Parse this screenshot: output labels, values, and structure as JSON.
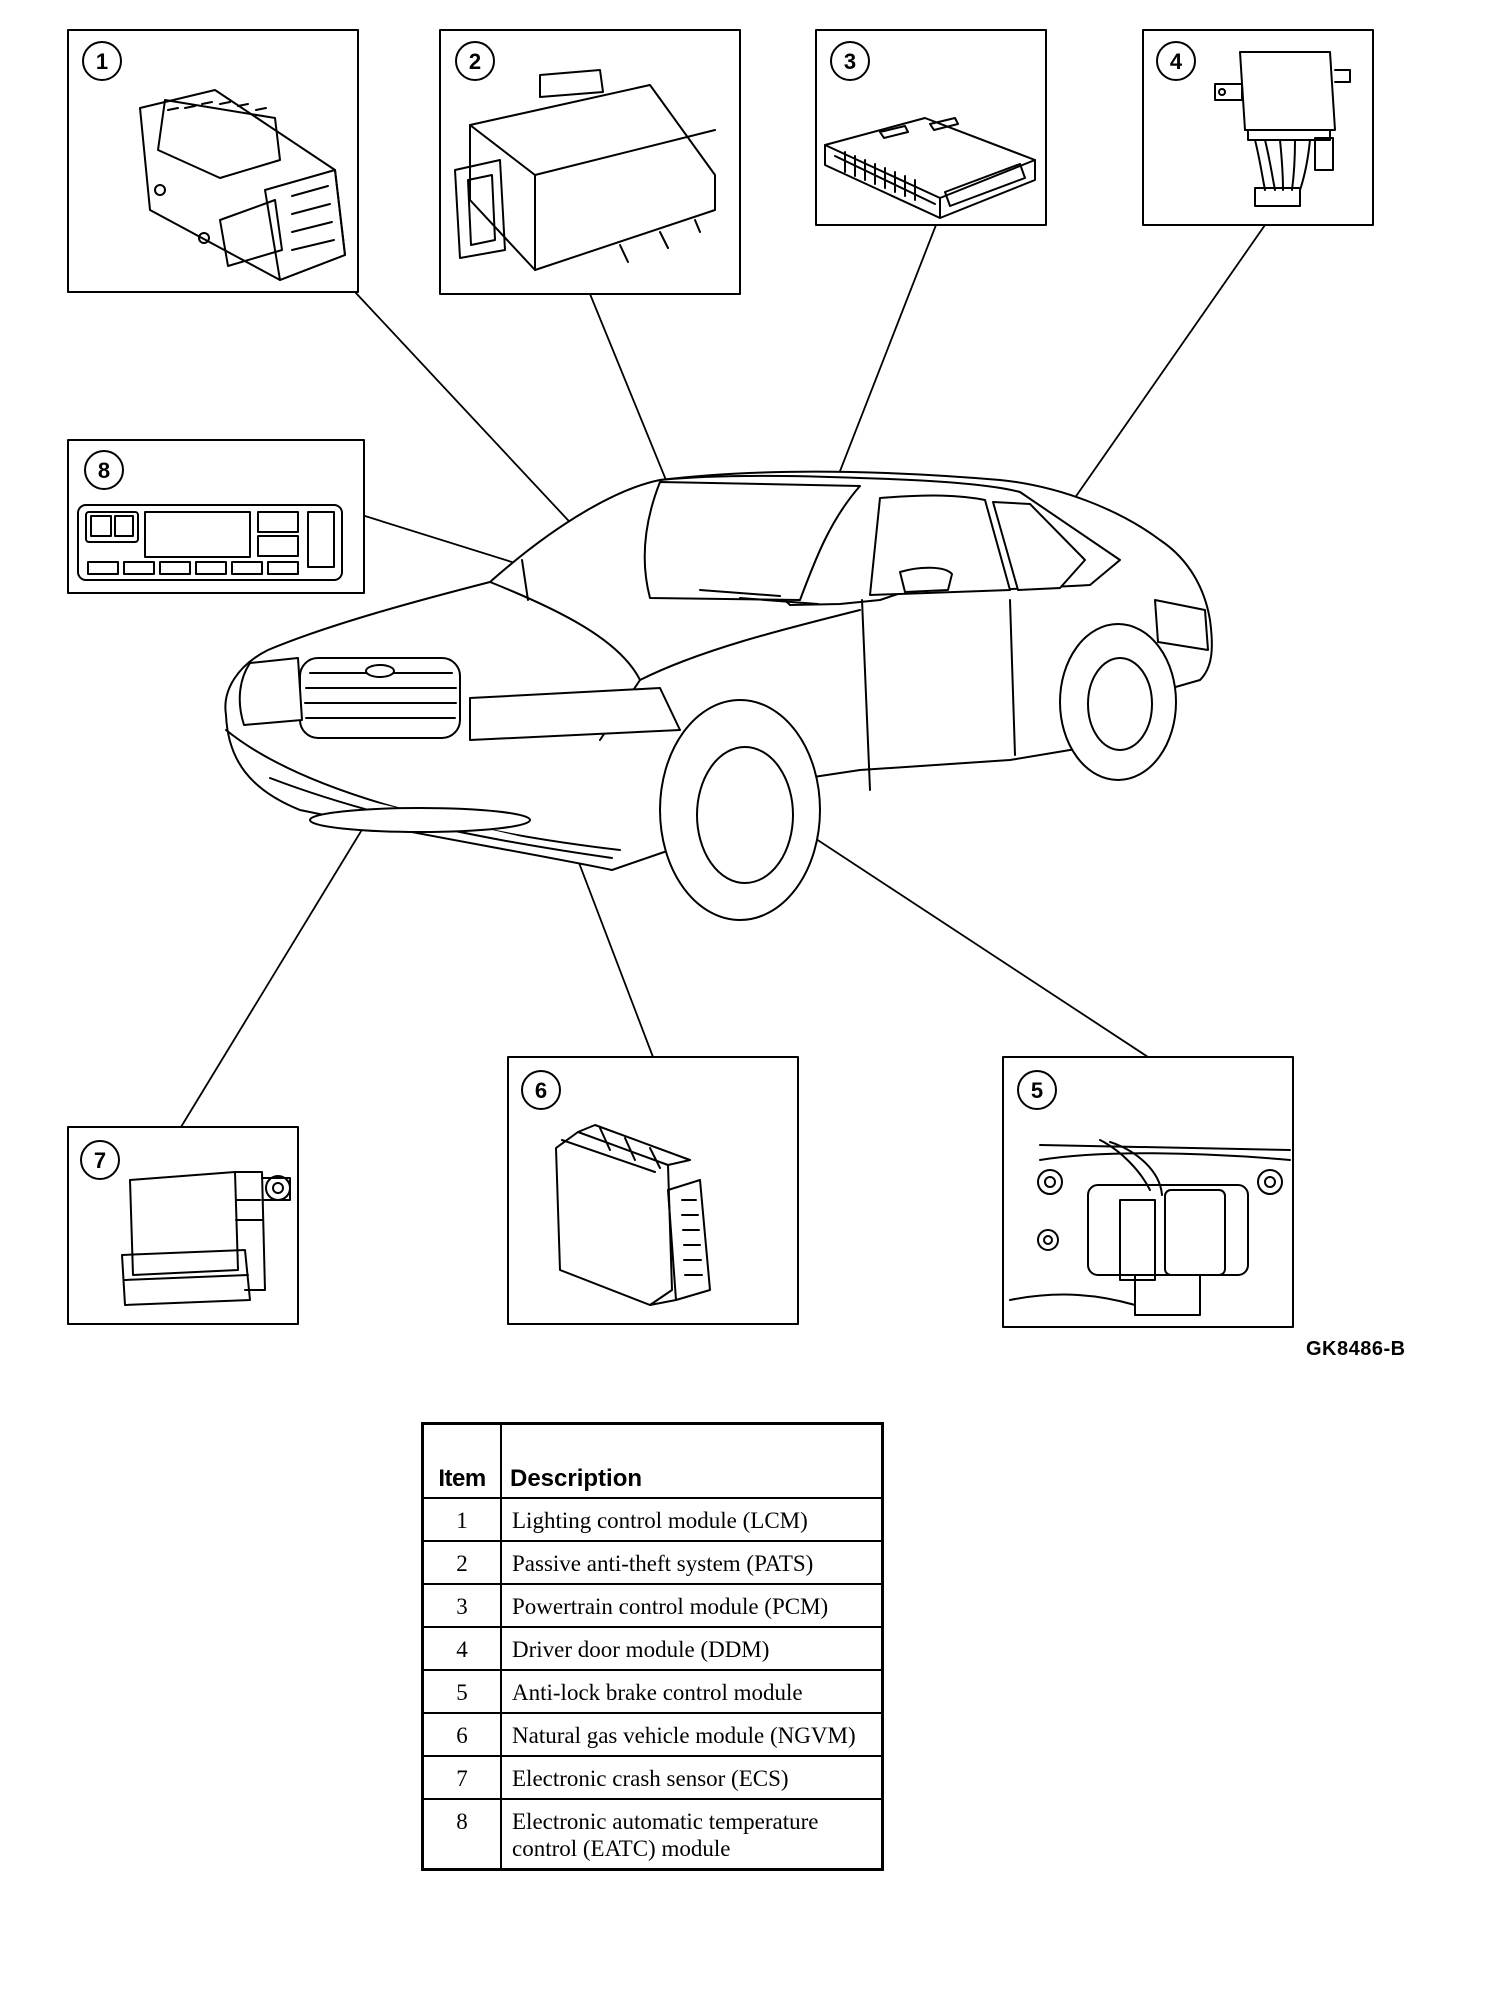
{
  "figure_id": "GK8486-B",
  "callouts": [
    "1",
    "2",
    "3",
    "4",
    "5",
    "6",
    "7",
    "8"
  ],
  "table": {
    "headers": {
      "item": "Item",
      "description": "Description"
    },
    "rows": [
      {
        "item": "1",
        "description": "Lighting control module (LCM)"
      },
      {
        "item": "2",
        "description": "Passive anti-theft system (PATS)"
      },
      {
        "item": "3",
        "description": "Powertrain control module (PCM)"
      },
      {
        "item": "4",
        "description": "Driver door module (DDM)"
      },
      {
        "item": "5",
        "description": "Anti-lock brake control module"
      },
      {
        "item": "6",
        "description": "Natural gas vehicle module (NGVM)"
      },
      {
        "item": "7",
        "description": "Electronic crash sensor (ECS)"
      },
      {
        "item": "8",
        "description": "Electronic automatic temperature control (EATC) module"
      }
    ]
  }
}
